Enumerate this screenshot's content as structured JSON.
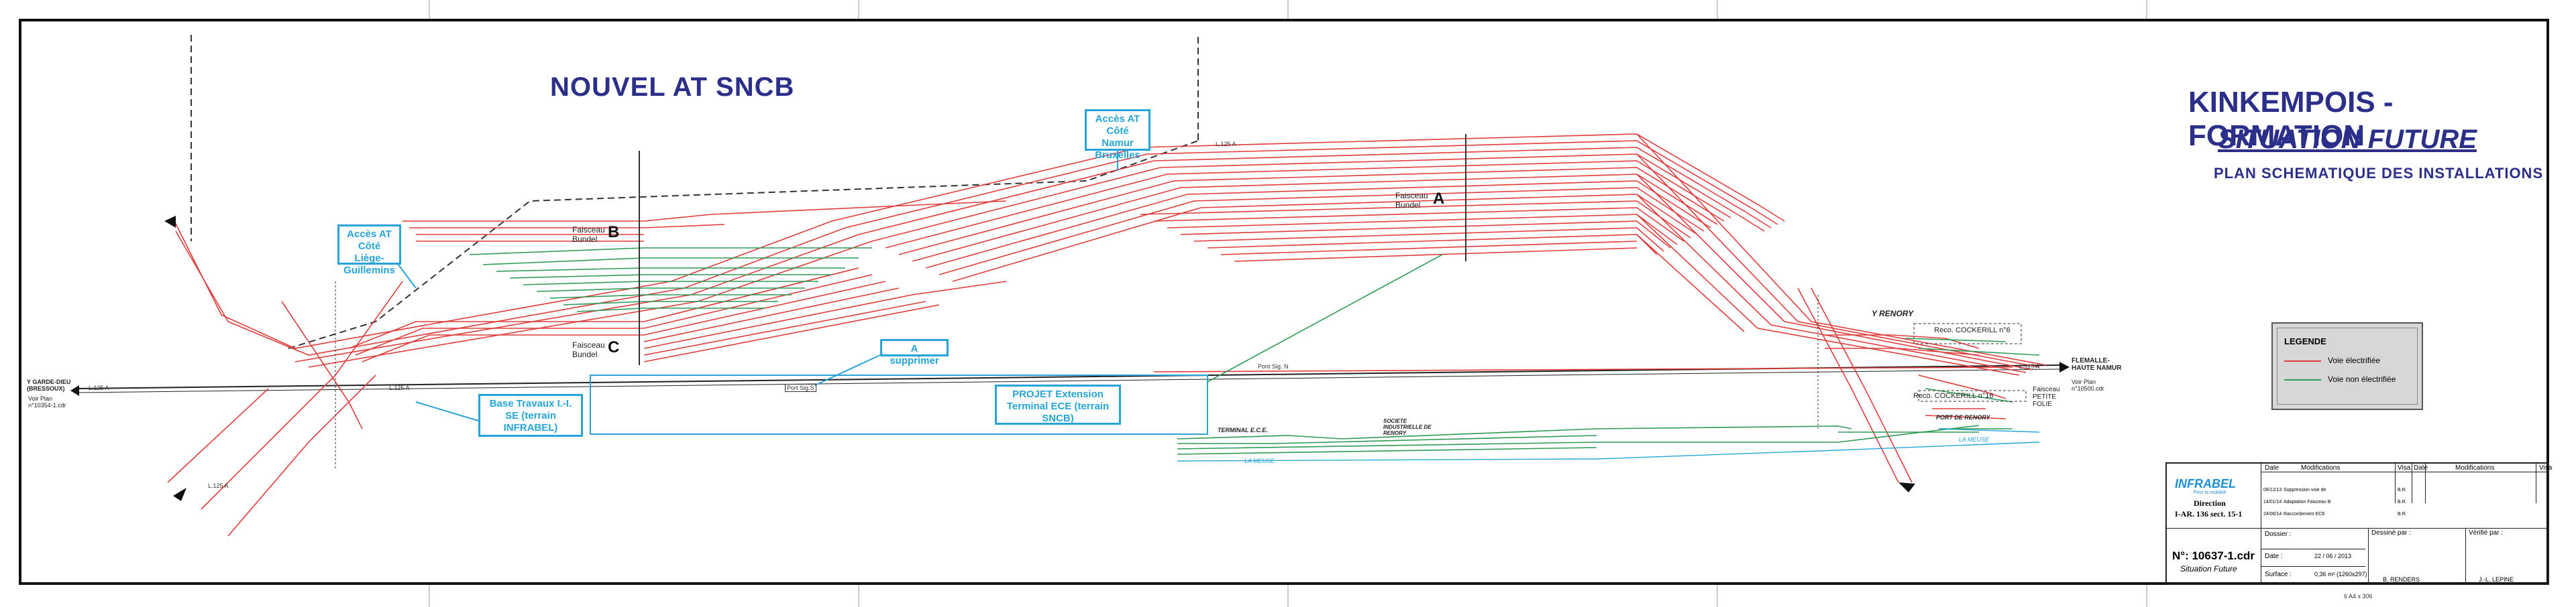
{
  "title": "NOUVEL AT SNCB",
  "header": {
    "line1": "KINKEMPOIS - FORMATION",
    "line2": "SITUATION FUTURE",
    "line3": "PLAN SCHEMATIQUE DES INSTALLATIONS"
  },
  "callouts": {
    "acces_namur": "Accès AT Côté Namur Bruxelles",
    "acces_liege": "Accès AT Côté Liège-Guillemins",
    "a_supprimer": "A supprimer",
    "base_travaux": "Base Travaux I.-I. SE (terrain INFRABEL)",
    "projet": "PROJET Extension Terminal ECE (terrain SNCB)"
  },
  "faisceaux": {
    "a_label": "Faisceau Bundel",
    "a_letter": "A",
    "b_label": "Faisceau Bundel",
    "b_letter": "B",
    "c_label": "Faisceau Bundel",
    "c_letter": "C"
  },
  "places": {
    "y_renory": "Y RENORY",
    "reco_6": "Reco. COCKERILL n°6",
    "reco_16": "Reco. COCKERILL n°16",
    "flemalle": "FLEMALLE-HAUTE NAMUR",
    "faisceau_petite_folie": "Faisceau PETITE FOLIE",
    "terminal_ece": "TERMINAL E.C.E.",
    "societe": "SOCIETE INDUSTRIELLE DE RENORY",
    "port_renory": "PORT DE RENORY",
    "la_meuse_1": "LA MEUSE",
    "la_meuse_2": "LA MEUSE",
    "y_garde_dieu": "Y GARDE-DIEU (BRESSOUX)",
    "voir_plan_left": "Voir Plan n°10354-1.cdr",
    "voir_plan_right": "Voir Plan n°10500.cdr",
    "l125a": "L.125 A",
    "l125a_2": "L.125 A",
    "l125a_3": "L.125 A",
    "l125a_4": "L.125 A",
    "l125a_5": "L.125 A",
    "port_sign": "Port Sig.S",
    "pont": "Pont Sig. N"
  },
  "legend": {
    "title": "LEGENDE",
    "item1": "Voie électrifiée",
    "item2": "Voie non électrifiée",
    "color1": "#e03c3c",
    "color2": "#2e9a56"
  },
  "cartouche": {
    "logo": "INFRABEL",
    "logo_sub": "Pour la mobilité",
    "direction": "Direction",
    "division": "I-AR. 136 sect. 15-1",
    "plan_no": "N°: 10637-1.cdr",
    "plan_sub": "Situation Future",
    "h_date": "Date",
    "h_modifications": "Modifications",
    "h_visa": "Visa",
    "h_date2": "Date",
    "h_modifications2": "Modifications",
    "h_visa2": "Visa",
    "row1_date": "08/12/13",
    "row1_mod": "Suppression voie de",
    "row1_visa": "B.R.",
    "row2_date": "14/01/14",
    "row2_mod": "Adaptation Faisceau B",
    "row2_visa": "B.R.",
    "row3_date": "24/06/14",
    "row3_mod": "Raccordement ECE",
    "row3_visa": "B.R.",
    "dossier": "Dossier :",
    "date_label": "Date :",
    "date_val": "22 / 06 / 2013",
    "surface_label": "Surface :",
    "surface_val": "0,36 m² (1260x297)",
    "dessine": "Dessiné par :",
    "dessine_val": "B. RENDERS",
    "verifie": "Vérifié par :",
    "verifie_val": "J.-L. LEPINE",
    "format": "6 A4 x 306"
  }
}
